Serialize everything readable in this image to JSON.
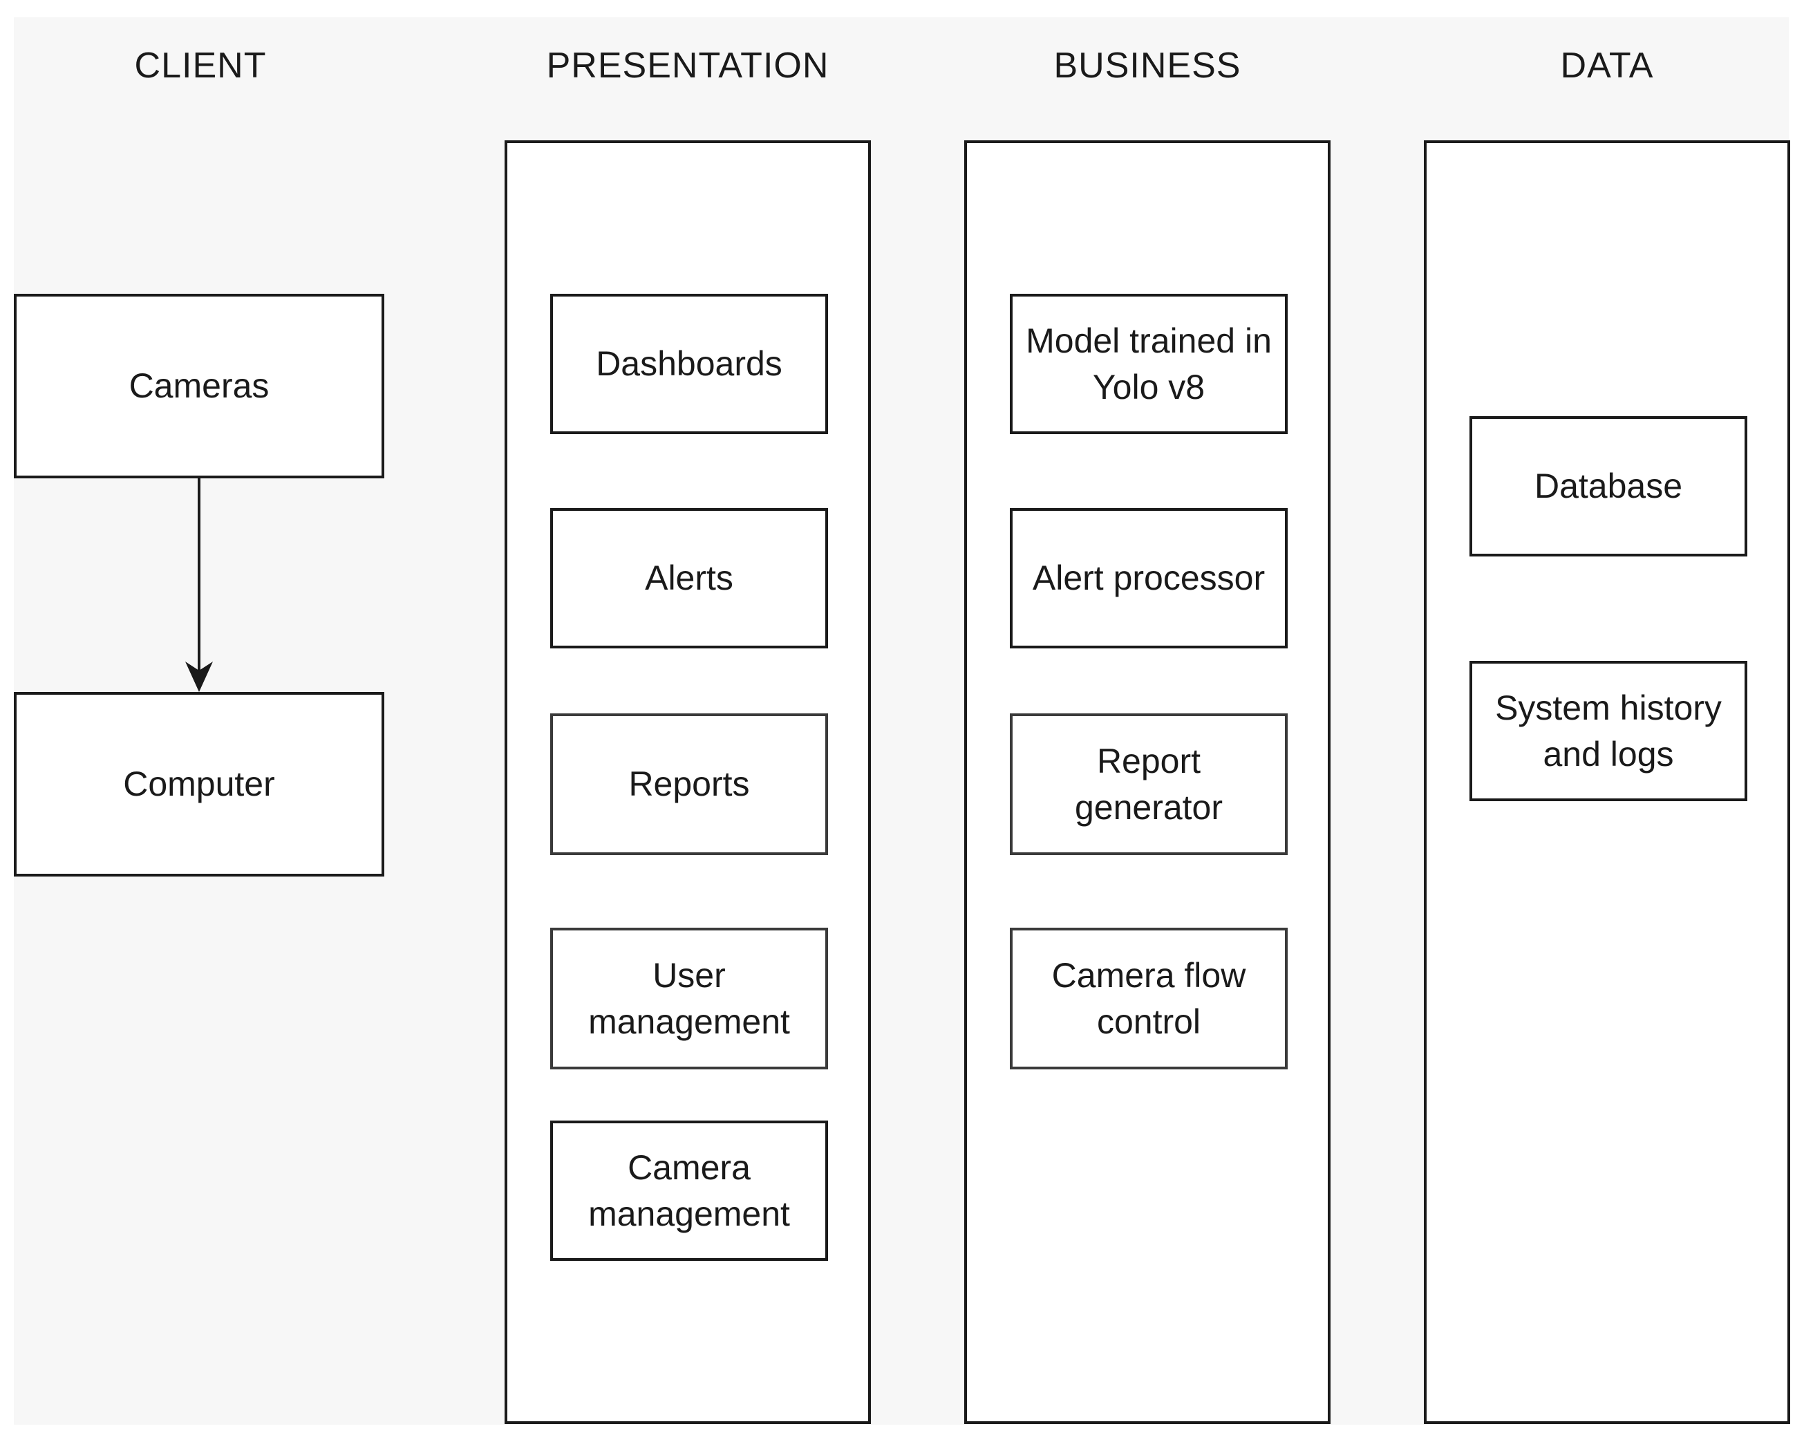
{
  "lanes": {
    "client": "CLIENT",
    "presentation": "PRESENTATION",
    "business": "BUSINESS",
    "data": "DATA"
  },
  "client": {
    "cameras": "Cameras",
    "computer": "Computer"
  },
  "presentation": {
    "dashboards": "Dashboards",
    "alerts": "Alerts",
    "reports": "Reports",
    "user_management": [
      "User",
      "management"
    ],
    "camera_management": [
      "Camera",
      "management"
    ]
  },
  "business": {
    "model": [
      "Model trained in",
      "Yolo v8"
    ],
    "alert_processor": "Alert processor",
    "report_generator": [
      "Report",
      "generator"
    ],
    "camera_flow_control": [
      "Camera flow",
      "control"
    ]
  },
  "data": {
    "database": "Database",
    "system_history": [
      "System history",
      "and logs"
    ]
  },
  "edges": [
    {
      "from": "Cameras",
      "to": "Computer"
    }
  ],
  "colors": {
    "background": "#f7f7f7",
    "box_fill": "#ffffff",
    "stroke": "#1a1a1a"
  }
}
